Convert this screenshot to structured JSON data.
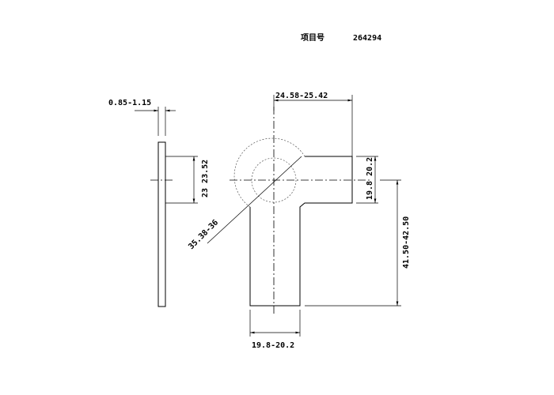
{
  "title": {
    "label": "项目号",
    "value": "264294"
  },
  "dimensions": {
    "thickness": "0.85-1.15",
    "side_height": "23 23.52",
    "arm_length": "24.58-25.42",
    "arm_width": "19.8 20.2",
    "diameter": "35.38-36",
    "stem_length": "41.50-42.50",
    "stem_width": "19.8-20.2"
  }
}
